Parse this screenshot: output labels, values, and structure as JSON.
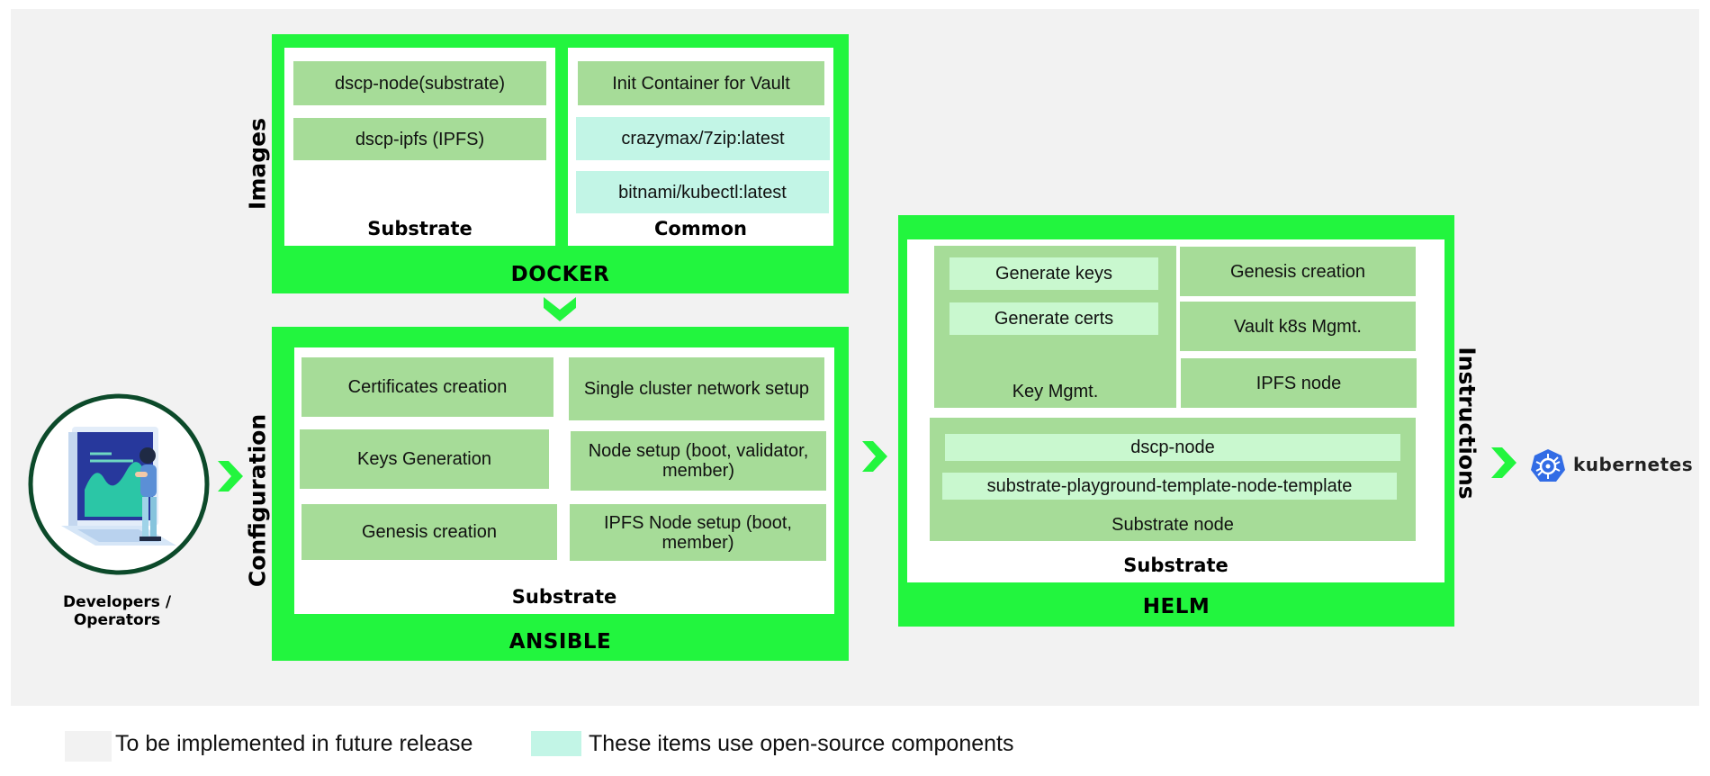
{
  "images_label": "Images",
  "configuration_label": "Configuration",
  "instructions_label": "Instructions",
  "docker": {
    "title": "DOCKER",
    "substrate": {
      "label": "Substrate",
      "items": [
        "dscp-node(substrate)",
        "dscp-ipfs (IPFS)"
      ]
    },
    "common": {
      "label": "Common",
      "items": [
        "Init Container for Vault",
        "crazymax/7zip:latest",
        "bitnami/kubectl:latest"
      ]
    }
  },
  "ansible": {
    "title": "ANSIBLE",
    "label": "Substrate",
    "items": [
      "Certificates creation",
      "Single cluster network setup",
      "Keys Generation",
      "Node setup (boot, validator, member)",
      "Genesis creation",
      "IPFS Node setup (boot, member)"
    ]
  },
  "helm": {
    "title": "HELM",
    "label": "Substrate",
    "key_mgmt": {
      "label": "Key Mgmt.",
      "items": [
        "Generate keys",
        "Generate certs"
      ]
    },
    "right_items": [
      "Genesis creation",
      "Vault k8s Mgmt.",
      "IPFS node"
    ],
    "substrate_node": {
      "label": "Substrate node",
      "items": [
        "dscp-node",
        "substrate-playground-template-node-template"
      ]
    }
  },
  "developers_label": "Developers / Operators",
  "kubernetes_label": "kubernetes",
  "legend": {
    "future": "To be implemented in future release",
    "opensource": "These items use open-source components"
  },
  "colors": {
    "frame": "#22f53e",
    "item": "#a6dc98",
    "open_source": "#c2f5e6",
    "light_item": "#c9f8cf",
    "future": "#f2f2f2",
    "kubernetes_blue": "#326ce5"
  }
}
